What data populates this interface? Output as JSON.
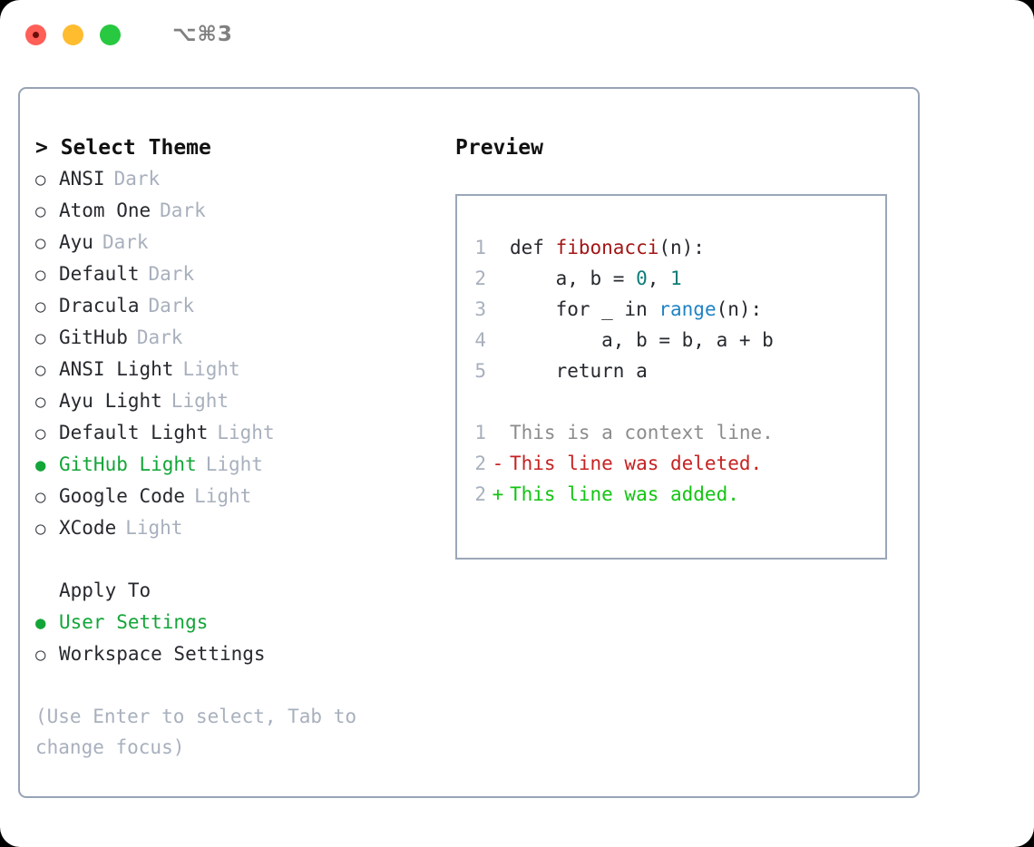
{
  "window": {
    "shortcut": "⌥⌘3",
    "traffic_lights": [
      {
        "name": "close",
        "color": "#ff5f57"
      },
      {
        "name": "minimize",
        "color": "#febc2e"
      },
      {
        "name": "zoom",
        "color": "#28c840"
      }
    ]
  },
  "colors": {
    "selected_green": "#13a538",
    "muted": "#a8b0bd",
    "border": "#97a3b6",
    "preview_border": "#9aa7b8",
    "diff_add": "#13c413",
    "diff_del": "#c62222",
    "diff_ctx": "#8c8c8c",
    "syntax_function": "#a31515",
    "syntax_number": "#0b7d78",
    "syntax_call": "#1f83c4"
  },
  "theme_panel": {
    "heading": "> Select Theme",
    "unselected_bullet": "○",
    "selected_bullet": "●",
    "options": [
      {
        "label": "ANSI",
        "tag": "Dark",
        "selected": false
      },
      {
        "label": "Atom One",
        "tag": "Dark",
        "selected": false
      },
      {
        "label": "Ayu",
        "tag": "Dark",
        "selected": false
      },
      {
        "label": "Default",
        "tag": "Dark",
        "selected": false
      },
      {
        "label": "Dracula",
        "tag": "Dark",
        "selected": false
      },
      {
        "label": "GitHub",
        "tag": "Dark",
        "selected": false
      },
      {
        "label": "ANSI Light",
        "tag": "Light",
        "selected": false
      },
      {
        "label": "Ayu Light",
        "tag": "Light",
        "selected": false
      },
      {
        "label": "Default Light",
        "tag": "Light",
        "selected": false
      },
      {
        "label": "GitHub Light",
        "tag": "Light",
        "selected": true
      },
      {
        "label": "Google Code",
        "tag": "Light",
        "selected": false
      },
      {
        "label": "XCode",
        "tag": "Light",
        "selected": false
      }
    ]
  },
  "apply_to": {
    "heading": "Apply To",
    "options": [
      {
        "label": "User Settings",
        "selected": true
      },
      {
        "label": "Workspace Settings",
        "selected": false
      }
    ]
  },
  "hint": "(Use Enter to select, Tab to change focus)",
  "preview": {
    "heading": "Preview",
    "code_lines": [
      {
        "lineno": "1",
        "marker": " ",
        "kind": "code",
        "tokens": [
          {
            "text": "def ",
            "type": "plain"
          },
          {
            "text": "fibonacci",
            "type": "function"
          },
          {
            "text": "(n):",
            "type": "plain"
          }
        ]
      },
      {
        "lineno": "2",
        "marker": " ",
        "kind": "code",
        "tokens": [
          {
            "text": "    a, b = ",
            "type": "plain"
          },
          {
            "text": "0",
            "type": "number"
          },
          {
            "text": ", ",
            "type": "plain"
          },
          {
            "text": "1",
            "type": "number"
          }
        ]
      },
      {
        "lineno": "3",
        "marker": " ",
        "kind": "code",
        "tokens": [
          {
            "text": "    for _ in ",
            "type": "plain"
          },
          {
            "text": "range",
            "type": "call"
          },
          {
            "text": "(n):",
            "type": "plain"
          }
        ]
      },
      {
        "lineno": "4",
        "marker": " ",
        "kind": "code",
        "tokens": [
          {
            "text": "        a, b = b, a + b",
            "type": "plain"
          }
        ]
      },
      {
        "lineno": "5",
        "marker": " ",
        "kind": "code",
        "tokens": [
          {
            "text": "    return a",
            "type": "plain"
          }
        ]
      }
    ],
    "diff_lines": [
      {
        "lineno": "1",
        "marker": " ",
        "kind": "context",
        "text": "This is a context line."
      },
      {
        "lineno": "2",
        "marker": "-",
        "kind": "deleted",
        "text": "This line was deleted."
      },
      {
        "lineno": "2",
        "marker": "+",
        "kind": "added",
        "text": "This line was added."
      }
    ]
  }
}
